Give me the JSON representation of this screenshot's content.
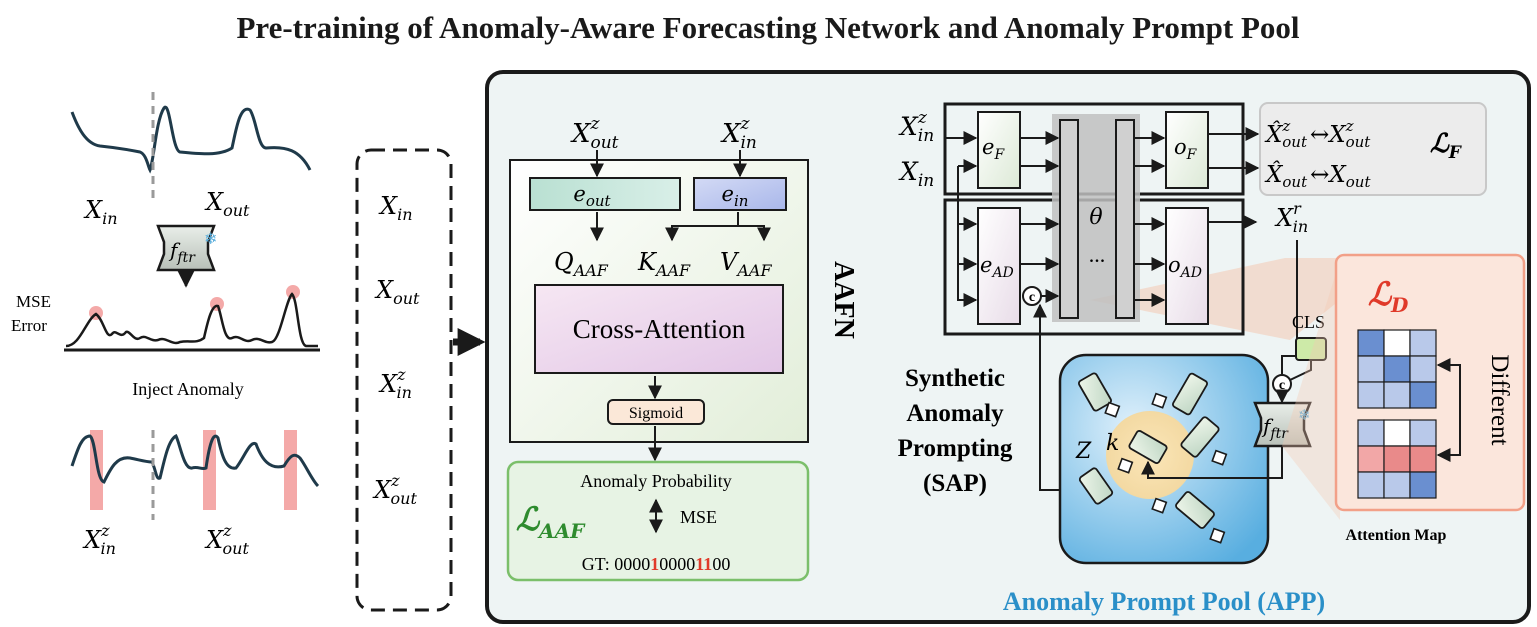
{
  "title": "Pre-training of Anomaly-Aware Forecasting Network and Anomaly Prompt Pool",
  "left_panel": {
    "x_in": "X",
    "x_in_sub": "in",
    "x_out": "X",
    "x_out_sub": "out",
    "f_ftr": "f",
    "f_ftr_sub": "ftr",
    "mse_label_1": "MSE",
    "mse_label_2": "Error",
    "inject_label": "Inject Anomaly",
    "xz_in": "X",
    "xz_in_sup": "z",
    "xz_in_sub": "in",
    "xz_out": "X",
    "xz_out_sup": "z",
    "xz_out_sub": "out"
  },
  "input_box": {
    "items": [
      {
        "base": "X",
        "sup": "",
        "sub": "in"
      },
      {
        "base": "X",
        "sup": "",
        "sub": "out"
      },
      {
        "base": "X",
        "sup": "z",
        "sub": "in"
      },
      {
        "base": "X",
        "sup": "z",
        "sub": "out"
      }
    ]
  },
  "aafn": {
    "label": "AAFN",
    "in_out": {
      "base": "X",
      "sup": "z",
      "sub": "out"
    },
    "in_in": {
      "base": "X",
      "sup": "z",
      "sub": "in"
    },
    "e_out": {
      "base": "e",
      "sub": "out"
    },
    "e_in": {
      "base": "e",
      "sub": "in"
    },
    "q": {
      "base": "Q",
      "sub": "AAF"
    },
    "k": {
      "base": "K",
      "sub": "AAF"
    },
    "v": {
      "base": "V",
      "sub": "AAF"
    },
    "cross_attention": "Cross-Attention",
    "sigmoid": "Sigmoid",
    "anomaly_probability": "Anomaly Probability",
    "loss": {
      "base": "ℒ",
      "sub": "AAF"
    },
    "mse": "MSE",
    "gt_prefix": "GT: ",
    "gt_parts": [
      {
        "text": "0000",
        "red": false
      },
      {
        "text": "1",
        "red": true
      },
      {
        "text": "0000",
        "red": false
      },
      {
        "text": "11",
        "red": true
      },
      {
        "text": "00",
        "red": false
      }
    ]
  },
  "forecaster": {
    "xz_in": {
      "base": "X",
      "sup": "z",
      "sub": "in"
    },
    "x_in": {
      "base": "X",
      "sub": "in"
    },
    "e_f": {
      "base": "e",
      "sub": "F"
    },
    "e_ad": {
      "base": "e",
      "sub": "AD"
    },
    "theta": "θ",
    "ellipsis": "...",
    "o_f": {
      "base": "o",
      "sub": "F"
    },
    "o_ad": {
      "base": "o",
      "sub": "AD"
    },
    "xr_in": {
      "base": "X",
      "sup": "r",
      "sub": "in"
    },
    "concat": "c",
    "loss_f": {
      "base": "ℒ",
      "sub": "F"
    },
    "pair1_left": {
      "base": "X̂",
      "sup": "z",
      "sub": "out"
    },
    "pair1_right": {
      "base": "X",
      "sup": "z",
      "sub": "out"
    },
    "pair2_left": {
      "base": "X̂",
      "sub": "out"
    },
    "pair2_right": {
      "base": "X",
      "sub": "out"
    },
    "arrow": "↔"
  },
  "sap": {
    "line1": "Synthetic",
    "line2": "Anomaly",
    "line3": "Prompting",
    "line4": "(SAP)"
  },
  "app": {
    "label": "Anomaly Prompt Pool (APP)",
    "z": "Z",
    "k": "k"
  },
  "attention": {
    "cls": "CLS",
    "f_ftr": "f",
    "f_ftr_sub": "ftr",
    "concat": "c",
    "loss_d": {
      "base": "ℒ",
      "sub": "D"
    },
    "different": "Different",
    "map_label": "Attention Map",
    "grid_top": [
      [
        "#6a8fd0",
        "#ffffff",
        "#b9c9ea"
      ],
      [
        "#b9c9ea",
        "#6a8fd0",
        "#b9c9ea"
      ],
      [
        "#b9c9ea",
        "#b9c9ea",
        "#6a8fd0"
      ]
    ],
    "grid_bottom": [
      [
        "#b9c9ea",
        "#ffffff",
        "#b9c9ea"
      ],
      [
        "#f2a7a7",
        "#e98a8a",
        "#e98a8a"
      ],
      [
        "#b9c9ea",
        "#b9c9ea",
        "#6a8fd0"
      ]
    ]
  },
  "colors": {
    "ink": "#1a1a1a",
    "curve": "#1f3a4a",
    "anomaly_band": "#f4a9a8",
    "peak_dot": "#f4a9a8",
    "main_panel_bg": "#eef4f4",
    "green_box_bg": "#e7f3e4",
    "green_box_border": "#7bbf6a",
    "loss_green": "#2e8b2e",
    "loss_red": "#e03a2a",
    "app_blue": "#2a8fc8",
    "snow_blue": "#5aaedc"
  }
}
